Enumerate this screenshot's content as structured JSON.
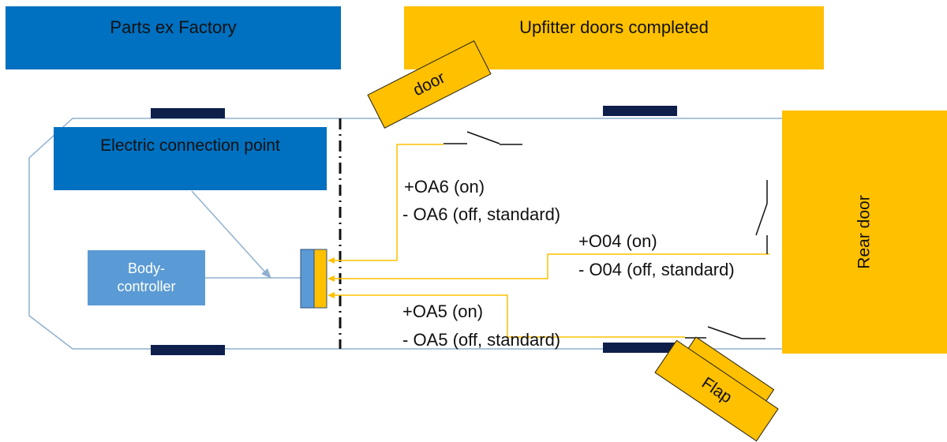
{
  "legend": {
    "factory_label": "Parts ex Factory",
    "upfitter_label": "Upfitter doors completed"
  },
  "components": {
    "electric_connection_point": "Electric connection point",
    "body_controller_line1": "Body-",
    "body_controller_line2": "controller",
    "rear_door": "Rear door",
    "door": "door",
    "flap": "Flap"
  },
  "signals": {
    "oa6_on": "+OA6 (on)",
    "oa6_off": "- OA6 (off, standard)",
    "o04_on": "+O04 (on)",
    "o04_off": "- O04 (off, standard)",
    "oa5_on": "+OA5 (on)",
    "oa5_off": "- OA5 (off, standard)"
  },
  "colors": {
    "factory": "#0070c0",
    "upfitter": "#ffc000",
    "controller": "#5b9bd5",
    "wheel": "#0f1f4b",
    "outline": "#8fb0cf"
  }
}
